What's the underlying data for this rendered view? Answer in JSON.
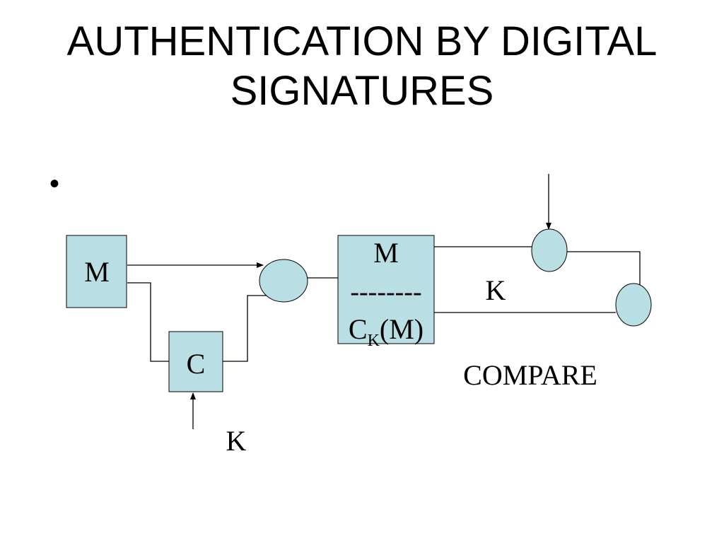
{
  "slide": {
    "title_line1": "AUTHENTICATION BY DIGITAL",
    "title_line2": "SIGNATURES",
    "bullet": "•"
  },
  "diagram": {
    "box_m_label": "M",
    "box_c_label": "C",
    "key_label_bottom": "K",
    "msg_box_top": "M",
    "msg_box_divider": "--------",
    "msg_box_bottom_base": "C",
    "msg_box_bottom_sub": "K",
    "msg_box_bottom_arg": "(M)",
    "key_label_right": "K",
    "compare_label": "COMPARE",
    "colors": {
      "box_fill": "#b9dfe4",
      "stroke": "#000000"
    }
  }
}
